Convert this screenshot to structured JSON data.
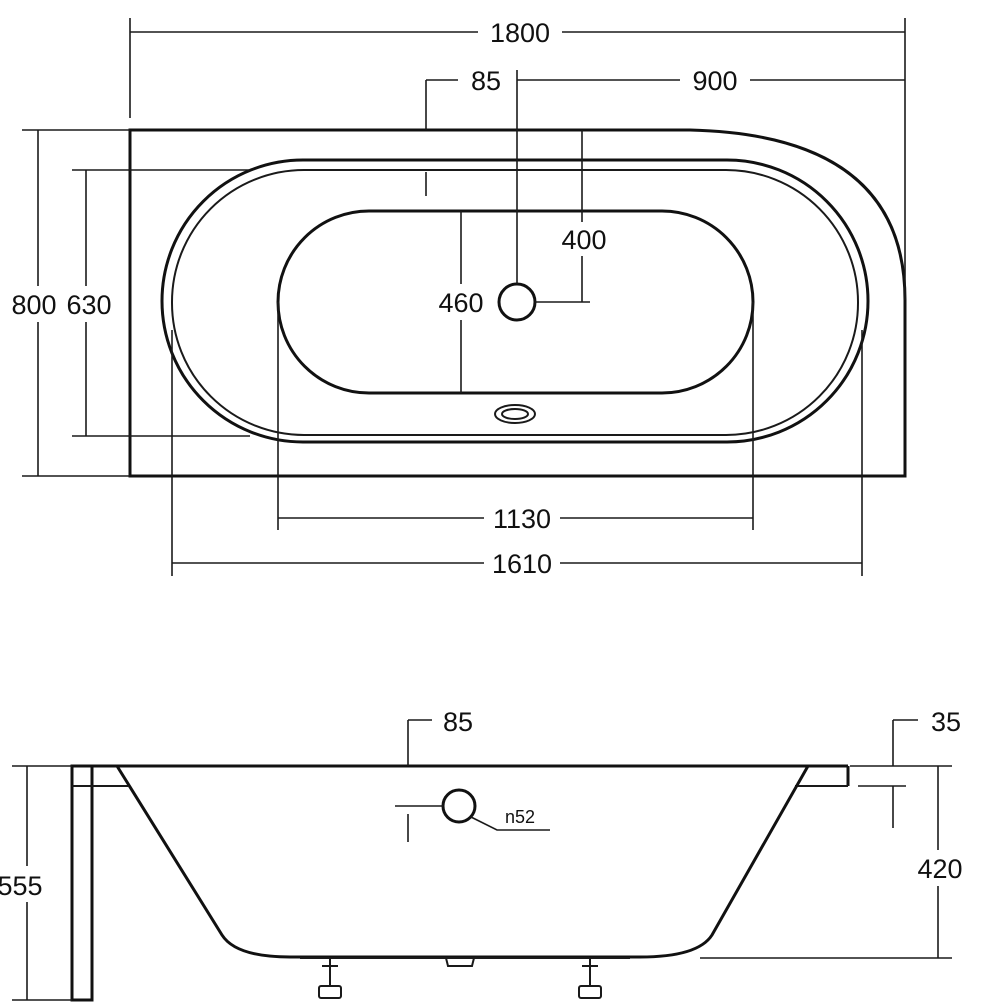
{
  "top_view": {
    "overall_length": "1800",
    "overflow_offset": "85",
    "drain_from_right": "900",
    "drain_depth": "400",
    "overall_width": "800",
    "rim_width": "630",
    "inner_width": "460",
    "inner_length": "1130",
    "rim_length": "1610"
  },
  "side_view": {
    "overflow_offset": "85",
    "lip_thickness": "35",
    "overflow_diameter": "n52",
    "overall_height": "555",
    "tub_depth": "420"
  },
  "colors": {
    "stroke": "#1a1a1a",
    "background": "#ffffff"
  }
}
